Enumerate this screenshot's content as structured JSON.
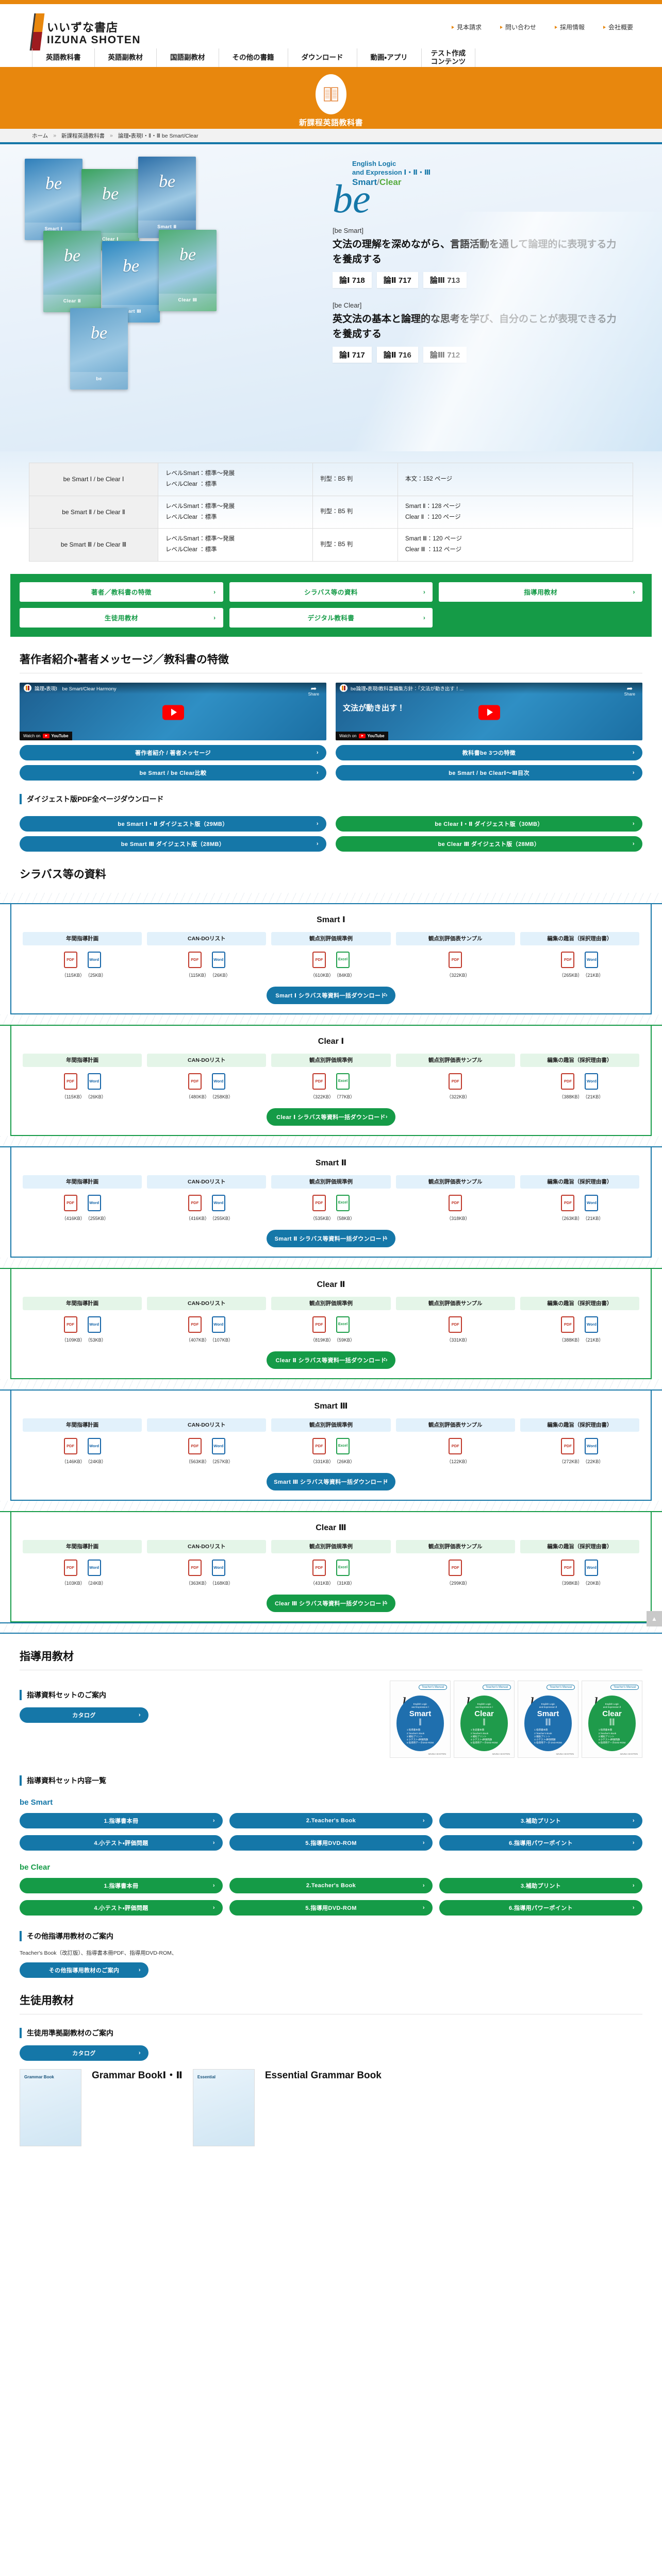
{
  "header": {
    "logo_jp": "いいずな書店",
    "logo_en": "IIZUNA SHOTEN",
    "util_nav": [
      {
        "label": "見本請求"
      },
      {
        "label": "問い合わせ"
      },
      {
        "label": "採用情報"
      },
      {
        "label": "会社概要"
      }
    ],
    "main_nav": [
      {
        "label": "英語教科書"
      },
      {
        "label": "英語副教材"
      },
      {
        "label": "国語副教材"
      },
      {
        "label": "その他の書籍"
      },
      {
        "label": "ダウンロード"
      },
      {
        "label": "動画・アプリ"
      },
      {
        "label": "テスト作成\nコンテンツ"
      }
    ]
  },
  "band": {
    "title": "新課程英語教科書",
    "icon": "open-book-icon",
    "bg": "#e8870d"
  },
  "breadcrumb": [
    {
      "label": "ホーム"
    },
    {
      "label": "新課程英語教科書"
    },
    {
      "label": "論理・表現Ⅰ・Ⅱ・Ⅲ be Smart/Clear"
    }
  ],
  "hero": {
    "logo": {
      "line1": "English Logic",
      "line2": "and Expression Ⅰ・Ⅱ・Ⅲ",
      "smart": "Smart",
      "slash": "/",
      "clear": "Clear",
      "be": "be"
    },
    "covers": [
      {
        "label": "be",
        "sub": "Smart Ⅰ",
        "color": "#2f7fba"
      },
      {
        "label": "be",
        "sub": "Clear Ⅰ",
        "color": "#3aa35c"
      },
      {
        "label": "be",
        "sub": "Smart Ⅱ",
        "color": "#2d6fa8"
      },
      {
        "label": "be",
        "sub": "Clear Ⅱ",
        "color": "#46a86a"
      },
      {
        "label": "be",
        "sub": "Smart Ⅲ",
        "color": "#2a87c0"
      },
      {
        "label": "be",
        "sub": "Clear Ⅲ",
        "color": "#4fae72"
      },
      {
        "label": "be",
        "sub": "be",
        "color": "#5e9fc9"
      }
    ],
    "blocks": [
      {
        "tag": "[be Smart]",
        "desc": "文法の理解を深めながら、言語活動を通して論理的に表現する力を養成する",
        "chips": [
          "論Ⅰ 718",
          "論Ⅱ 717",
          "論Ⅲ 713"
        ]
      },
      {
        "tag": "[be Clear]",
        "desc": "英文法の基本と論理的な思考を学び、自分のことが表現できる力を養成する",
        "chips": [
          "論Ⅰ 717",
          "論Ⅱ 716",
          "論Ⅲ 712"
        ]
      }
    ]
  },
  "spec_table": [
    {
      "name": "be Smart Ⅰ / be Clear Ⅰ",
      "levels": [
        "レベルSmart：標準〜発展",
        "レベルClear ：標準"
      ],
      "format": "判型：B5 判",
      "pages": [
        "本文：152 ページ"
      ]
    },
    {
      "name": "be Smart Ⅱ / be Clear Ⅱ",
      "levels": [
        "レベルSmart：標準〜発展",
        "レベルClear ：標準"
      ],
      "format": "判型：B5 判",
      "pages": [
        "Smart Ⅱ：128 ページ",
        "Clear Ⅱ ：120 ページ"
      ]
    },
    {
      "name": "be Smart Ⅲ / be Clear Ⅲ",
      "levels": [
        "レベルSmart：標準〜発展",
        "レベルClear ：標準"
      ],
      "format": "判型：B5 判",
      "pages": [
        "Smart Ⅲ：120 ページ",
        "Clear Ⅲ ：112 ページ"
      ]
    }
  ],
  "green_nav": [
    {
      "label": "著者／教科書の特徴"
    },
    {
      "label": "シラバス等の資料"
    },
    {
      "label": "指導用教材"
    },
    {
      "label": "生徒用教材"
    },
    {
      "label": "デジタル教科書"
    }
  ],
  "authors_section": {
    "heading": "著作者紹介・著者メッセージ／教科書の特徴",
    "videos": [
      {
        "title": "論理・表現Ⅰ　be Smart/Clear Harmony",
        "overlay": "",
        "watch": "Watch on",
        "youtube": "YouTube",
        "share": "Share"
      },
      {
        "title": "be論理・表現Ⅰ教科書編集方針：「文法が動き出す！...",
        "overlay": "文法が動き出す！",
        "watch": "Watch on",
        "youtube": "YouTube",
        "share": "Share"
      }
    ],
    "buttons": [
      {
        "label": "著作者紹介 / 著者メッセージ",
        "color": "blue"
      },
      {
        "label": "教科書be 3つの特徴",
        "color": "blue"
      },
      {
        "label": "be Smart / be Clear比較",
        "color": "blue"
      },
      {
        "label": "be Smart / be ClearⅠ〜Ⅲ目次",
        "color": "blue"
      }
    ]
  },
  "digest": {
    "heading": "ダイジェスト版PDF全ページダウンロード",
    "buttons": [
      {
        "label": "be Smart Ⅰ・Ⅱ ダイジェスト版（29MB）",
        "color": "blue"
      },
      {
        "label": "be Clear Ⅰ・Ⅱ ダイジェスト版（30MB）",
        "color": "green"
      },
      {
        "label": "be Smart Ⅲ ダイジェスト版（28MB）",
        "color": "blue"
      },
      {
        "label": "be Clear Ⅲ ダイジェスト版（28MB）",
        "color": "green"
      }
    ]
  },
  "syllabus": {
    "heading": "シラバス等の資料",
    "columns": [
      "年間指導計画",
      "CAN-DOリスト",
      "観点別評価規準例",
      "観点別評価表サンプル",
      "編集の趣旨（採択理由書）"
    ],
    "cards": [
      {
        "title": "Smart Ⅰ",
        "color": "blue",
        "download": "Smart Ⅰ シラバス等資料一括ダウンロード",
        "files": [
          [
            {
              "type": "PDF",
              "size": "（115KB）"
            },
            {
              "type": "Word",
              "size": "（25KB）"
            }
          ],
          [
            {
              "type": "PDF",
              "size": "（115KB）"
            },
            {
              "type": "Word",
              "size": "（26KB）"
            }
          ],
          [
            {
              "type": "PDF",
              "size": "（610KB）"
            },
            {
              "type": "Excel",
              "size": "（84KB）"
            }
          ],
          [
            {
              "type": "PDF",
              "size": "（322KB）"
            }
          ],
          [
            {
              "type": "PDF",
              "size": "（265KB）"
            },
            {
              "type": "Word",
              "size": "（21KB）"
            }
          ]
        ]
      },
      {
        "title": "Clear Ⅰ",
        "color": "green",
        "download": "Clear Ⅰ シラバス等資料一括ダウンロード",
        "files": [
          [
            {
              "type": "PDF",
              "size": "（115KB）"
            },
            {
              "type": "Word",
              "size": "（26KB）"
            }
          ],
          [
            {
              "type": "PDF",
              "size": "（480KB）"
            },
            {
              "type": "Word",
              "size": "（258KB）"
            }
          ],
          [
            {
              "type": "PDF",
              "size": "（322KB）"
            },
            {
              "type": "Excel",
              "size": "（77KB）"
            }
          ],
          [
            {
              "type": "PDF",
              "size": "（322KB）"
            }
          ],
          [
            {
              "type": "PDF",
              "size": "（388KB）"
            },
            {
              "type": "Word",
              "size": "（21KB）"
            }
          ]
        ]
      },
      {
        "title": "Smart Ⅱ",
        "color": "blue",
        "download": "Smart Ⅱ シラバス等資料一括ダウンロード",
        "files": [
          [
            {
              "type": "PDF",
              "size": "（416KB）"
            },
            {
              "type": "Word",
              "size": "（255KB）"
            }
          ],
          [
            {
              "type": "PDF",
              "size": "（416KB）"
            },
            {
              "type": "Word",
              "size": "（255KB）"
            }
          ],
          [
            {
              "type": "PDF",
              "size": "（535KB）"
            },
            {
              "type": "Excel",
              "size": "（58KB）"
            }
          ],
          [
            {
              "type": "PDF",
              "size": "（318KB）"
            }
          ],
          [
            {
              "type": "PDF",
              "size": "（263KB）"
            },
            {
              "type": "Word",
              "size": "（21KB）"
            }
          ]
        ]
      },
      {
        "title": "Clear Ⅱ",
        "color": "green",
        "download": "Clear Ⅱ シラバス等資料一括ダウンロード",
        "files": [
          [
            {
              "type": "PDF",
              "size": "（109KB）"
            },
            {
              "type": "Word",
              "size": "（53KB）"
            }
          ],
          [
            {
              "type": "PDF",
              "size": "（407KB）"
            },
            {
              "type": "Word",
              "size": "（107KB）"
            }
          ],
          [
            {
              "type": "PDF",
              "size": "（819KB）"
            },
            {
              "type": "Excel",
              "size": "（59KB）"
            }
          ],
          [
            {
              "type": "PDF",
              "size": "（331KB）"
            }
          ],
          [
            {
              "type": "PDF",
              "size": "（388KB）"
            },
            {
              "type": "Word",
              "size": "（21KB）"
            }
          ]
        ]
      },
      {
        "title": "Smart Ⅲ",
        "color": "blue",
        "download": "Smart Ⅲ シラバス等資料一括ダウンロード",
        "files": [
          [
            {
              "type": "PDF",
              "size": "（146KB）"
            },
            {
              "type": "Word",
              "size": "（24KB）"
            }
          ],
          [
            {
              "type": "PDF",
              "size": "（563KB）"
            },
            {
              "type": "Word",
              "size": "（257KB）"
            }
          ],
          [
            {
              "type": "PDF",
              "size": "（331KB）"
            },
            {
              "type": "Excel",
              "size": "（26KB）"
            }
          ],
          [
            {
              "type": "PDF",
              "size": "（122KB）"
            }
          ],
          [
            {
              "type": "PDF",
              "size": "（272KB）"
            },
            {
              "type": "Word",
              "size": "（22KB）"
            }
          ]
        ]
      },
      {
        "title": "Clear Ⅲ",
        "color": "green",
        "download": "Clear Ⅲ シラバス等資料一括ダウンロード",
        "files": [
          [
            {
              "type": "PDF",
              "size": "（103KB）"
            },
            {
              "type": "Word",
              "size": "（24KB）"
            }
          ],
          [
            {
              "type": "PDF",
              "size": "（363KB）"
            },
            {
              "type": "Word",
              "size": "（168KB）"
            }
          ],
          [
            {
              "type": "PDF",
              "size": "（431KB）"
            },
            {
              "type": "Excel",
              "size": "（31KB）"
            }
          ],
          [
            {
              "type": "PDF",
              "size": "（299KB）"
            }
          ],
          [
            {
              "type": "PDF",
              "size": "（398KB）"
            },
            {
              "type": "Word",
              "size": "（20KB）"
            }
          ]
        ]
      }
    ]
  },
  "teaching": {
    "heading": "指導用教材",
    "set_info_label": "指導資料セットのご案内",
    "catalog_button": "カタログ",
    "books": [
      {
        "tag": "Teacher's Manual",
        "be": "be",
        "el1": "English Logic",
        "el2": "and Expression Ⅰ",
        "name": "Smart",
        "roman": "Ⅰ",
        "color": "#1f6fae",
        "items": [
          "1 指導書本冊",
          "2 Teacher's Book",
          "3 補助プリント",
          "4 小テスト・評価問題",
          "5 指導用データDVD-ROM"
        ],
        "pub": "IIZUNA SHOTEN"
      },
      {
        "tag": "Teacher's Manual",
        "be": "be",
        "el1": "English Logic",
        "el2": "and Expression Ⅰ",
        "name": "Clear",
        "roman": "Ⅰ",
        "color": "#1f9b4b",
        "items": [
          "1 生徒書本冊",
          "2 Teacher's Book",
          "3 補助プリント",
          "4 小テスト・評価問題",
          "5 指導用データDVD-ROM"
        ],
        "pub": "IIZUNA SHOTEN"
      },
      {
        "tag": "Teacher's Manual",
        "be": "be",
        "el1": "English Logic",
        "el2": "and Expression Ⅱ",
        "name": "Smart",
        "roman": "Ⅱ",
        "color": "#1f6fae",
        "items": [
          "1 指導書本冊",
          "2 Teacher's Book",
          "3 補助プリント",
          "4 小テスト・評価問題",
          "5 指導用データ DVD-ROM"
        ],
        "pub": "IIZUNA SHOTEN"
      },
      {
        "tag": "Teacher's Manual",
        "be": "be",
        "el1": "English Logic",
        "el2": "and Expression Ⅱ",
        "name": "Clear",
        "roman": "Ⅱ",
        "color": "#1f9b4b",
        "items": [
          "1 指導書本冊",
          "2 Teacher's Book",
          "3 補助プリント",
          "4 小テスト・評価問題",
          "5 指導用データDVD-ROM"
        ],
        "pub": "IIZUNA SHOTEN"
      }
    ],
    "list_label": "指導資料セット内容一覧",
    "smart_label": "be Smart",
    "clear_label": "be Clear",
    "items": [
      {
        "label": "1.指導書本冊"
      },
      {
        "label": "2.Teacher's Book"
      },
      {
        "label": "3.補助プリント"
      },
      {
        "label": "4.小テスト・評価問題"
      },
      {
        "label": "5.指導用DVD-ROM"
      },
      {
        "label": "6.指導用パワーポイント"
      }
    ],
    "other_label": "その他指導用教材のご案内",
    "other_note": "Teacher's Book（改訂版）、指導書本冊PDF、指導用DVD-ROM、",
    "other_button": "その他指導用教材のご案内"
  },
  "student": {
    "heading": "生徒用教材",
    "info_label": "生徒用準拠副教材のご案内",
    "catalog_button": "カタログ",
    "items": [
      {
        "title": "Grammar BookⅠ・Ⅱ"
      },
      {
        "title": "Essential Grammar Book"
      }
    ]
  },
  "scroll_top": "▲"
}
